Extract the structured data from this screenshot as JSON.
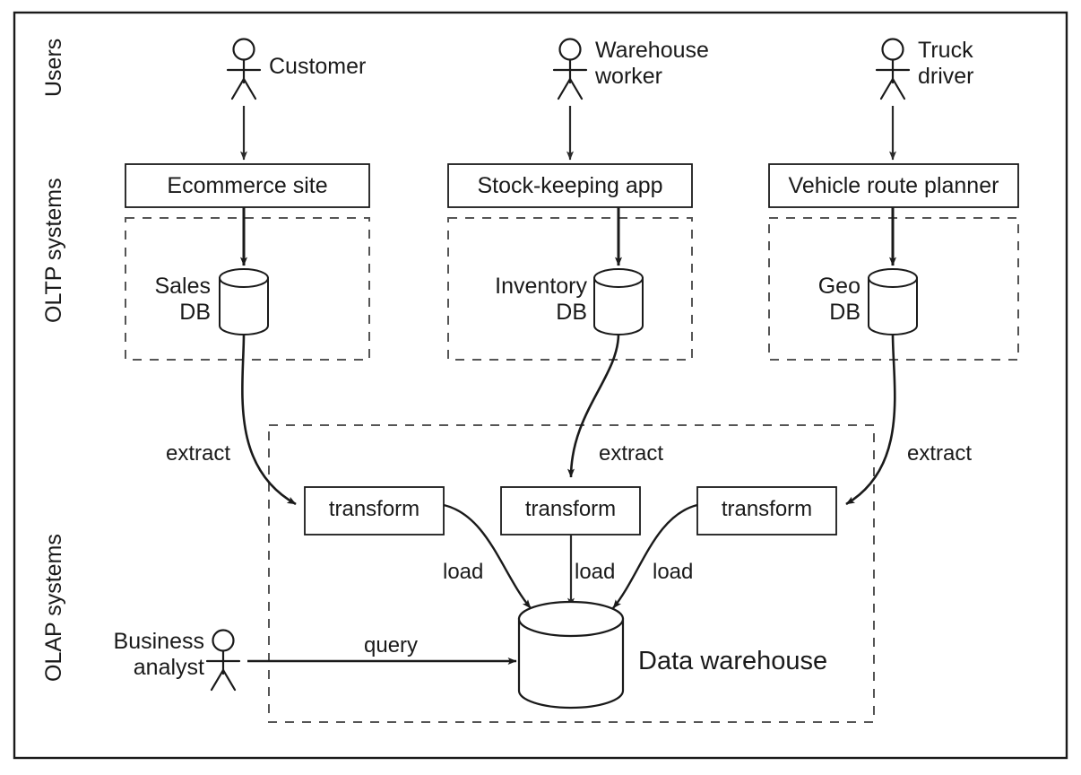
{
  "diagram": {
    "title": "OLTP to OLAP data warehouse ETL diagram",
    "stroke_color": "#1a1a1a",
    "dash_color": "#555555",
    "background": "#ffffff",
    "bands": [
      {
        "id": "users",
        "label": "Users"
      },
      {
        "id": "oltp",
        "label": "OLTP systems"
      },
      {
        "id": "olap",
        "label": "OLAP systems"
      }
    ],
    "actors": [
      {
        "id": "customer",
        "label": "Customer"
      },
      {
        "id": "warehouse-worker",
        "label": "Warehouse\nworker"
      },
      {
        "id": "truck-driver",
        "label": "Truck\ndriver"
      },
      {
        "id": "business-analyst",
        "label": "Business\nanalyst"
      }
    ],
    "applications": [
      {
        "id": "ecommerce-site",
        "label": "Ecommerce site"
      },
      {
        "id": "stock-keeping-app",
        "label": "Stock-keeping app"
      },
      {
        "id": "vehicle-route-planner",
        "label": "Vehicle route planner"
      }
    ],
    "databases": [
      {
        "id": "sales-db",
        "label": "Sales\nDB"
      },
      {
        "id": "inventory-db",
        "label": "Inventory\nDB"
      },
      {
        "id": "geo-db",
        "label": "Geo\nDB"
      }
    ],
    "transforms": [
      {
        "id": "transform-left",
        "label": "transform"
      },
      {
        "id": "transform-middle",
        "label": "transform"
      },
      {
        "id": "transform-right",
        "label": "transform"
      }
    ],
    "warehouse": {
      "id": "data-warehouse",
      "label": "Data warehouse"
    },
    "edges": [
      {
        "id": "extract-left",
        "label": "extract"
      },
      {
        "id": "extract-middle",
        "label": "extract"
      },
      {
        "id": "extract-right",
        "label": "extract"
      },
      {
        "id": "load-left",
        "label": "load"
      },
      {
        "id": "load-middle",
        "label": "load"
      },
      {
        "id": "load-right",
        "label": "load"
      },
      {
        "id": "query",
        "label": "query"
      }
    ]
  }
}
